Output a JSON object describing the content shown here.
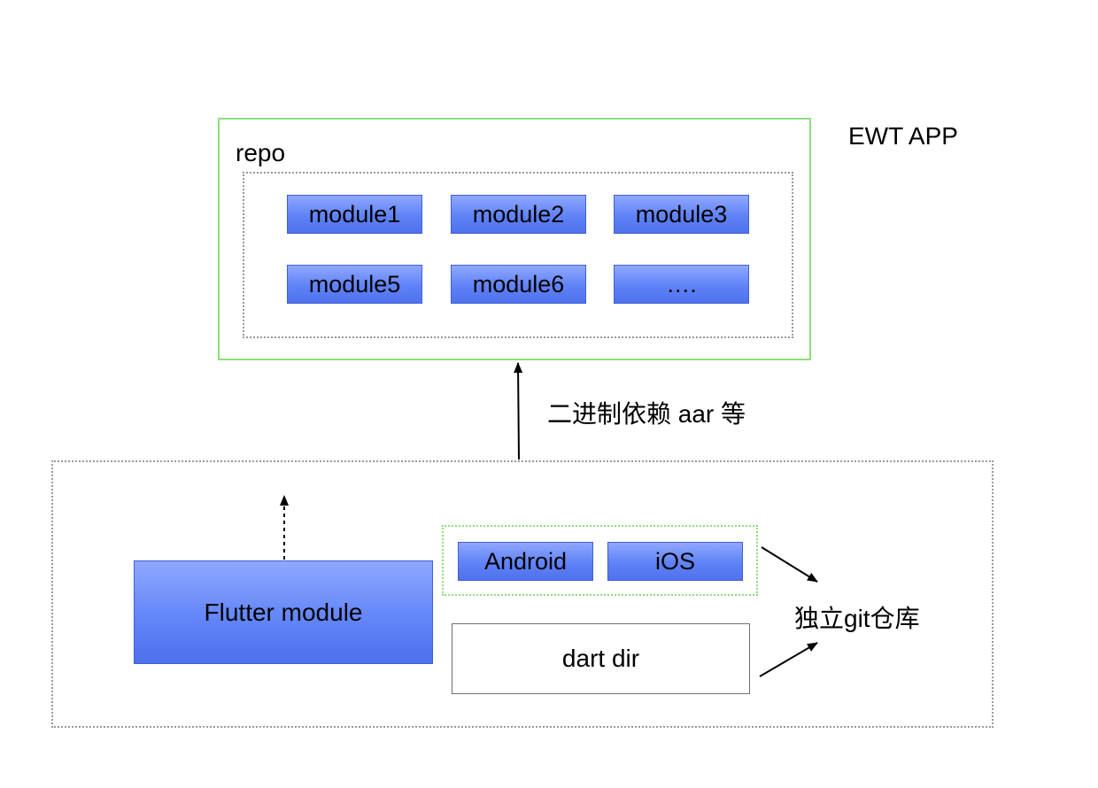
{
  "app": {
    "title": "EWT APP",
    "repo_label": "repo",
    "modules": [
      "module1",
      "module2",
      "module3",
      "module5",
      "module6",
      "…."
    ]
  },
  "dependency_label": "二进制依赖 aar 等",
  "flutter": {
    "module_label": "Flutter module",
    "platforms": [
      "Android",
      "iOS"
    ],
    "dart_label": "dart dir",
    "git_label": "独立git仓库"
  },
  "colors": {
    "app_frame": "#8be07a",
    "module_fill": "#5f82f7",
    "dotted_border": "#9a9a9a"
  }
}
